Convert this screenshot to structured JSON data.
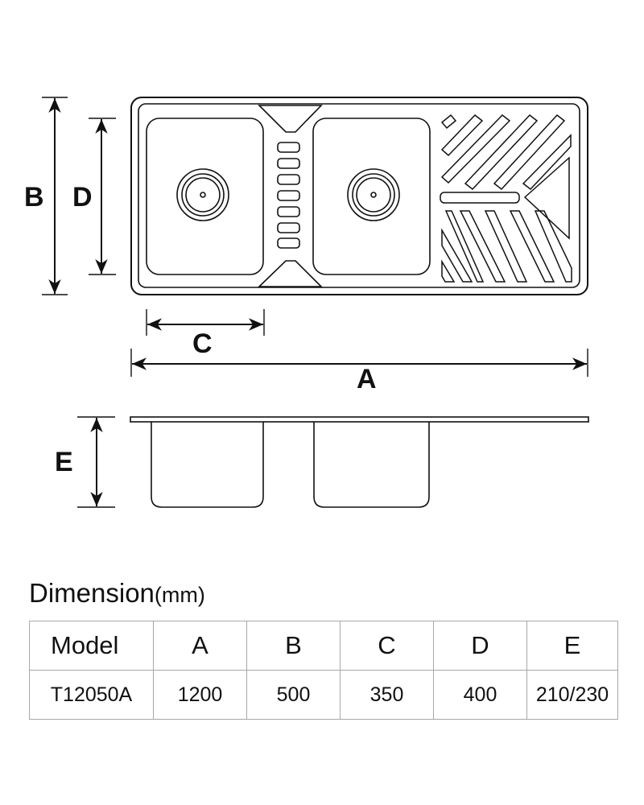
{
  "drawing": {
    "labels": {
      "a": "A",
      "b": "B",
      "c": "C",
      "d": "D",
      "e": "E"
    }
  },
  "dimension_table": {
    "title": "Dimension",
    "unit": "(mm)",
    "headers": [
      "Model",
      "A",
      "B",
      "C",
      "D",
      "E"
    ],
    "rows": [
      [
        "T12050A",
        "1200",
        "500",
        "350",
        "400",
        "210/230"
      ]
    ]
  }
}
